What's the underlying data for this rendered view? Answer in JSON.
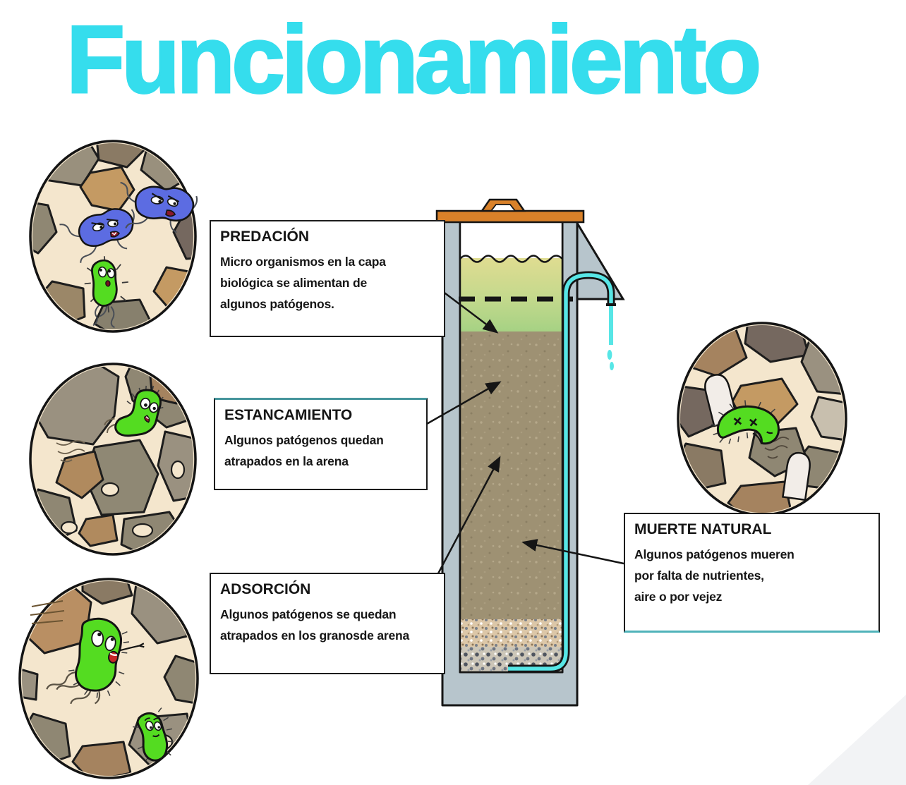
{
  "title": "Funcionamiento",
  "colors": {
    "c_title": "#35dded",
    "c_lid": "#d98129",
    "c_wall": "#b7c5cc",
    "c_pipe_water": "#57e6e6",
    "c_pathogen_green": "#54dc21",
    "c_predator_blue": "#5c6ce2",
    "c_sand": "#9e9173",
    "c_circle_bg": "#f4e6cd"
  },
  "boxes": {
    "predacion": {
      "title": "PREDACIÓN",
      "lines": [
        "Micro organismos en la capa",
        "biológica se alimentan de",
        "algunos patógenos."
      ]
    },
    "estancamiento": {
      "title": "ESTANCAMIENTO",
      "lines": [
        "Algunos patógenos quedan",
        "atrapados en la arena"
      ]
    },
    "adsorcion": {
      "title": "ADSORCIÓN",
      "lines": [
        "Algunos patógenos se quedan",
        "atrapados en los granosde arena"
      ]
    },
    "muerte": {
      "title": "MUERTE NATURAL",
      "lines": [
        "Algunos patógenos mueren",
        "por falta de nutrientes,",
        "aire o por vejez"
      ]
    }
  }
}
